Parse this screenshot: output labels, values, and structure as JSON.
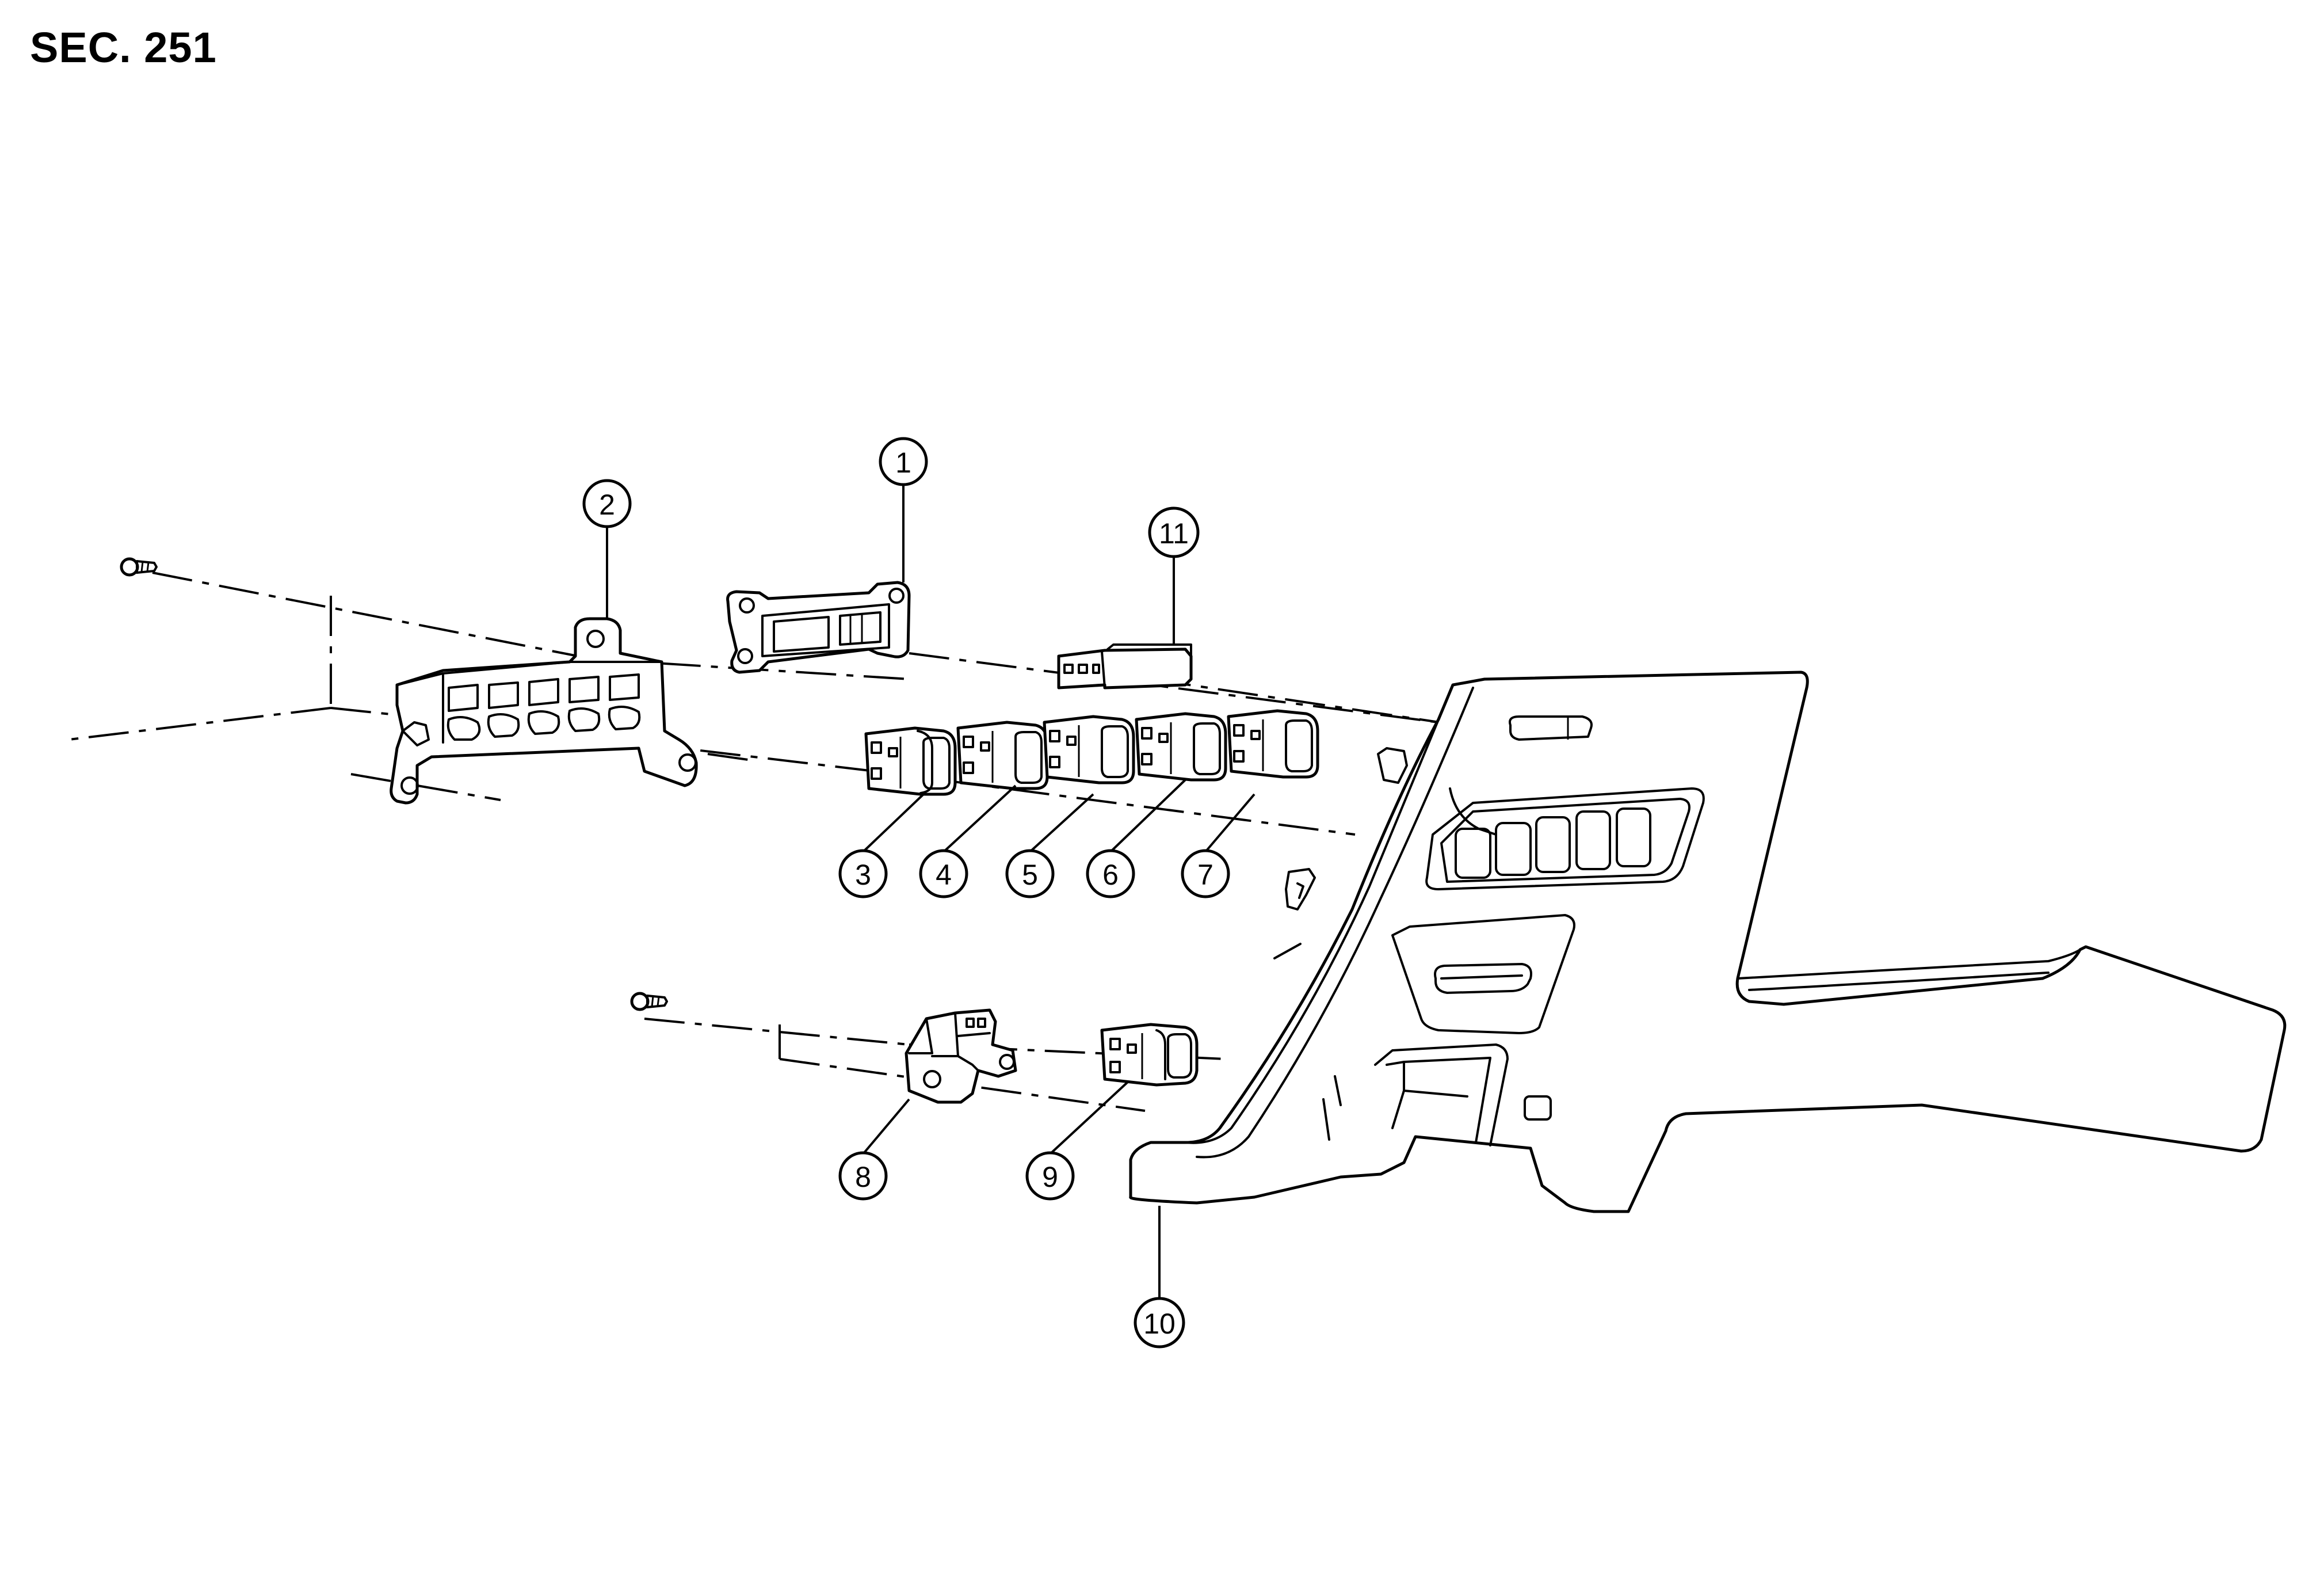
{
  "header": {
    "section_label": "SEC. 251"
  },
  "callouts": [
    {
      "id": "1",
      "label": "1"
    },
    {
      "id": "2",
      "label": "2"
    },
    {
      "id": "3",
      "label": "3"
    },
    {
      "id": "4",
      "label": "4"
    },
    {
      "id": "5",
      "label": "5"
    },
    {
      "id": "6",
      "label": "6"
    },
    {
      "id": "7",
      "label": "7"
    },
    {
      "id": "8",
      "label": "8"
    },
    {
      "id": "9",
      "label": "9"
    },
    {
      "id": "10",
      "label": "10"
    },
    {
      "id": "11",
      "label": "11"
    }
  ]
}
